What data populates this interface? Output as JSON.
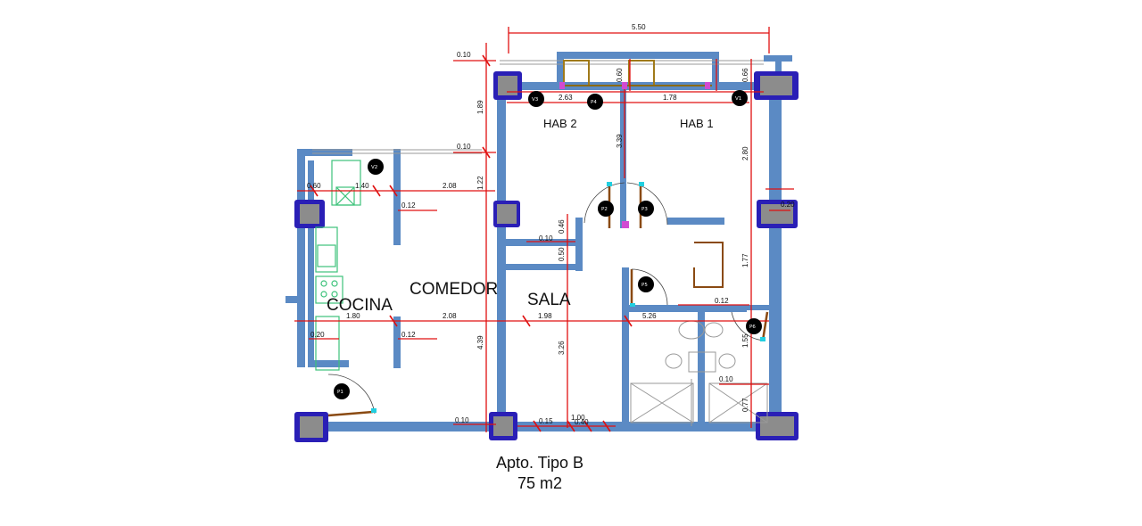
{
  "plan": {
    "rooms": {
      "hab2": "HAB 2",
      "hab1": "HAB 1",
      "comedor": "COMEDOR",
      "cocina": "COCINA",
      "sala": "SALA"
    },
    "dims": {
      "top_total": "5.50",
      "top_left_010": "0.10",
      "hab2_width": "2.63",
      "hab1_width": "1.78",
      "v_060": "0.60",
      "v_066": "0.66",
      "v_189": "1.89",
      "v_339": "3.39",
      "v_280": "2.80",
      "mid_010": "0.10",
      "k_060": "0.60",
      "k_140": "1.40",
      "k_208_top": "2.08",
      "v_122": "1.22",
      "k_012_top": "0.12",
      "v_046": "0.46",
      "v_050": "0.50",
      "s_010": "0.10",
      "v_177": "1.77",
      "r_012": "0.12",
      "b_180": "1.80",
      "b_208": "2.08",
      "b_198": "1.98",
      "b_526": "5.26",
      "k_020": "0.20",
      "k_012_bot": "0.12",
      "v_439": "4.39",
      "v_326": "3.26",
      "v_155": "1.55",
      "bath_010": "0.10",
      "v_077": "0.77",
      "bot_010": "0.10",
      "bot_015": "0.15",
      "bot_100": "1.00",
      "bot_040": "0.40",
      "r_020": "0.20"
    },
    "markers": [
      "V3",
      "P4",
      "V1",
      "V2",
      "P2",
      "P3",
      "P5",
      "P1",
      "P6"
    ]
  },
  "caption": {
    "line1": "Apto. Tipo B",
    "line2": "75 m2"
  }
}
